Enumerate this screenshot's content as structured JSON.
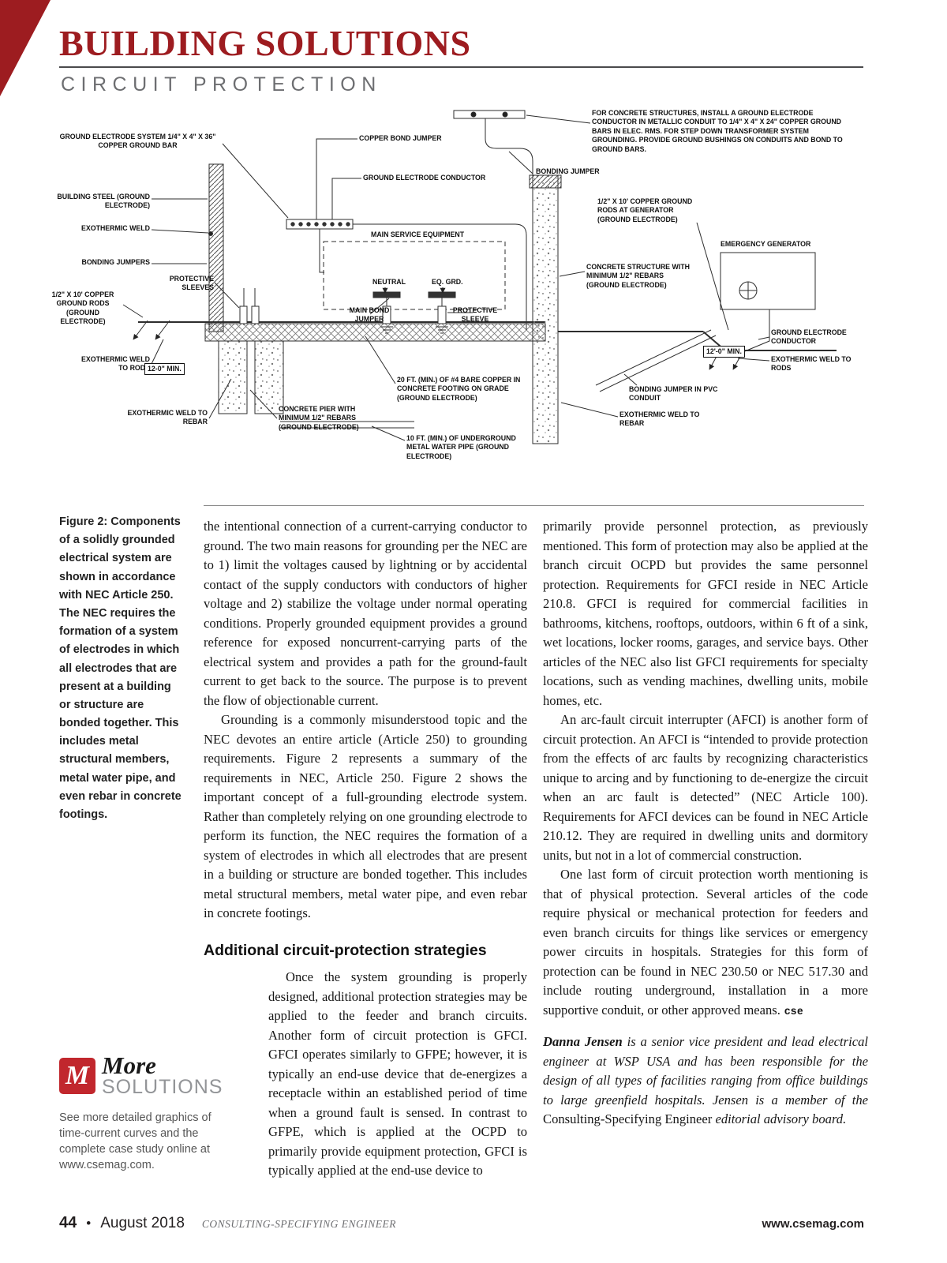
{
  "header": {
    "title": "BUILDING SOLUTIONS",
    "subtitle": "CIRCUIT PROTECTION"
  },
  "figure": {
    "caption": "Figure 2: Components of a solidly grounded electrical system are shown in accordance with NEC Article 250. The NEC requires the formation of a system of electrodes in which all electrodes that are present at a building or structure are bonded together. This includes metal structural members, metal water pipe, and even rebar in concrete footings.",
    "labels": [
      {
        "name": "note-concrete-structures",
        "text": "FOR CONCRETE STRUCTURES, INSTALL A GROUND ELECTRODE CONDUCTOR IN METALLIC CONDUIT TO 1/4\" X 4\" X 24\" COPPER GROUND BARS IN ELEC. RMS. FOR STEP DOWN TRANSFORMER SYSTEM GROUNDING. PROVIDE GROUND BUSHINGS ON CONDUITS AND BOND TO GROUND BARS."
      },
      {
        "name": "ground-electrode-system",
        "text": "GROUND ELECTRODE SYSTEM 1/4\" X 4\" X 36\" COPPER GROUND BAR"
      },
      {
        "name": "copper-bond-jumper",
        "text": "COPPER BOND JUMPER"
      },
      {
        "name": "ground-electrode-conductor",
        "text": "GROUND ELECTRODE CONDUCTOR"
      },
      {
        "name": "bonding-jumper",
        "text": "BONDING JUMPER"
      },
      {
        "name": "building-steel",
        "text": "BUILDING STEEL (GROUND ELECTRODE)"
      },
      {
        "name": "exothermic-weld",
        "text": "EXOTHERMIC WELD"
      },
      {
        "name": "ground-rods-at-generator",
        "text": "1/2\" X 10' COPPER GROUND RODS AT GENERATOR (GROUND ELECTRODE)"
      },
      {
        "name": "emergency-generator",
        "text": "EMERGENCY GENERATOR"
      },
      {
        "name": "main-service-equipment",
        "text": "MAIN SERVICE EQUIPMENT"
      },
      {
        "name": "bonding-jumpers",
        "text": "BONDING JUMPERS"
      },
      {
        "name": "protective-sleeves",
        "text": "PROTECTIVE SLEEVES"
      },
      {
        "name": "concrete-structure",
        "text": "CONCRETE STRUCTURE WITH MINIMUM 1/2\" REBARS (GROUND ELECTRODE)"
      },
      {
        "name": "neutral",
        "text": "NEUTRAL"
      },
      {
        "name": "eq-grd",
        "text": "EQ. GRD."
      },
      {
        "name": "copper-ground-rods",
        "text": "1/2\" X 10' COPPER GROUND RODS (GROUND ELECTRODE)"
      },
      {
        "name": "main-bond-jumper",
        "text": "MAIN BOND JUMPER"
      },
      {
        "name": "protective-sleeve",
        "text": "PROTECTIVE SLEEVE"
      },
      {
        "name": "ground-electrode-conductor-right",
        "text": "GROUND ELECTRODE CONDUCTOR"
      },
      {
        "name": "min-dim-right",
        "text": "12'-0\" MIN."
      },
      {
        "name": "exothermic-weld-to-rods-right",
        "text": "EXOTHERMIC WELD TO RODS"
      },
      {
        "name": "exothermic-weld-to-rods-left",
        "text": "EXOTHERMIC WELD TO RODS"
      },
      {
        "name": "min-dim-left",
        "text": "12-0\" MIN."
      },
      {
        "name": "bare-copper-footing",
        "text": "20 FT. (MIN.) OF #4 BARE COPPER IN CONCRETE FOOTING ON GRADE (GROUND ELECTRODE)"
      },
      {
        "name": "bonding-jumper-pvc",
        "text": "BONDING JUMPER IN PVC CONDUIT"
      },
      {
        "name": "exothermic-weld-to-rebar-left",
        "text": "EXOTHERMIC WELD TO REBAR"
      },
      {
        "name": "concrete-pier",
        "text": "CONCRETE PIER WITH MINIMUM 1/2\" REBARS (GROUND ELECTRODE)"
      },
      {
        "name": "exothermic-weld-to-rebar-right",
        "text": "EXOTHERMIC WELD TO REBAR"
      },
      {
        "name": "underground-water-pipe",
        "text": "10 FT. (MIN.) OF UNDERGROUND METAL WATER PIPE (GROUND ELECTRODE)"
      }
    ]
  },
  "article": {
    "col1_p1": "the intentional connection of a current-carrying conductor to ground. The two main reasons for grounding per the NEC are to 1) limit the voltages caused by lightning or by accidental contact of the supply conductors with conductors of higher voltage and 2) stabilize the voltage under normal operating conditions. Properly grounded equipment provides a ground reference for exposed noncurrent-carrying parts of the electrical system and provides a path for the ground-fault current to get back to the source. The purpose is to prevent the flow of objectionable current.",
    "col1_p2": "Grounding is a commonly misunderstood topic and the NEC devotes an entire article (Article 250) to grounding requirements. Figure 2 represents a summary of the requirements in NEC, Article 250. Figure 2 shows the important concept of a full-grounding electrode system. Rather than completely relying on one grounding electrode to perform its function, the NEC requires the formation of a system of electrodes in which all electrodes that are present in a building or structure are bonded together. This includes metal structural members, metal water pipe, and even rebar in concrete footings.",
    "subhead": "Additional circuit-protection strategies",
    "col1_p3": "Once the system grounding is properly designed, additional protection strategies may be applied to the feeder and branch circuits. Another form of circuit protection is GFCI. GFCI operates similarly to GFPE; however, it is typically an end-use device that de-energizes a receptacle within an established period of time when a ground fault is sensed. In contrast to GFPE, which is applied at the OCPD to primarily provide equipment protection, GFCI is typically applied at the end-use device to",
    "col2_p1": "primarily provide personnel protection, as previously mentioned. This form of protection may also be applied at the branch circuit OCPD but provides the same personnel protection. Requirements for GFCI reside in NEC Article 210.8. GFCI is required for commercial facilities in bathrooms, kitchens, rooftops, outdoors, within 6 ft of a sink, wet locations, locker rooms, garages, and service bays. Other articles of the NEC also list GFCI requirements for specialty locations, such as vending machines, dwelling units, mobile homes, etc.",
    "col2_p2": "An arc-fault circuit interrupter (AFCI) is another form of circuit protection. An AFCI is “intended to provide protection from the effects of arc faults by recognizing characteristics unique to arcing and by functioning to de-energize the circuit when an arc fault is detected” (NEC Article 100). Requirements for AFCI devices can be found in NEC Article 210.12. They are required in dwelling units and dormitory units, but not in a lot of commercial construction.",
    "col2_p3": "One last form of circuit protection worth mentioning is that of physical protection. Several articles of the code require physical or mechanical protection for feeders and even branch circuits for things like services or emergency power circuits in hospitals. Strategies for this form of protection can be found in NEC 230.50 or NEC 517.30 and include routing underground, installation in a more supportive conduit, or other approved means.",
    "cse_mark": "cse",
    "bio": {
      "name": "Danna Jensen",
      "text1": " is a senior vice president and lead electrical engineer at WSP USA and has been responsible for the design of all types of facilities ranging from office buildings to large greenfield hospitals. Jensen is a member of the ",
      "brand": "Consulting-Specifying Engineer",
      "text2": " editorial advisory board."
    }
  },
  "more_box": {
    "logo_letter": "M",
    "logo_more": "More",
    "logo_solutions": "SOLUTIONS",
    "text": "See more detailed graphics of time-current curves and the complete case study online at www.csemag.com."
  },
  "footer": {
    "page_number": "44",
    "bullet": "•",
    "date": "August 2018",
    "magazine": "CONSULTING-SPECIFYING ENGINEER",
    "website": "www.csemag.com"
  }
}
